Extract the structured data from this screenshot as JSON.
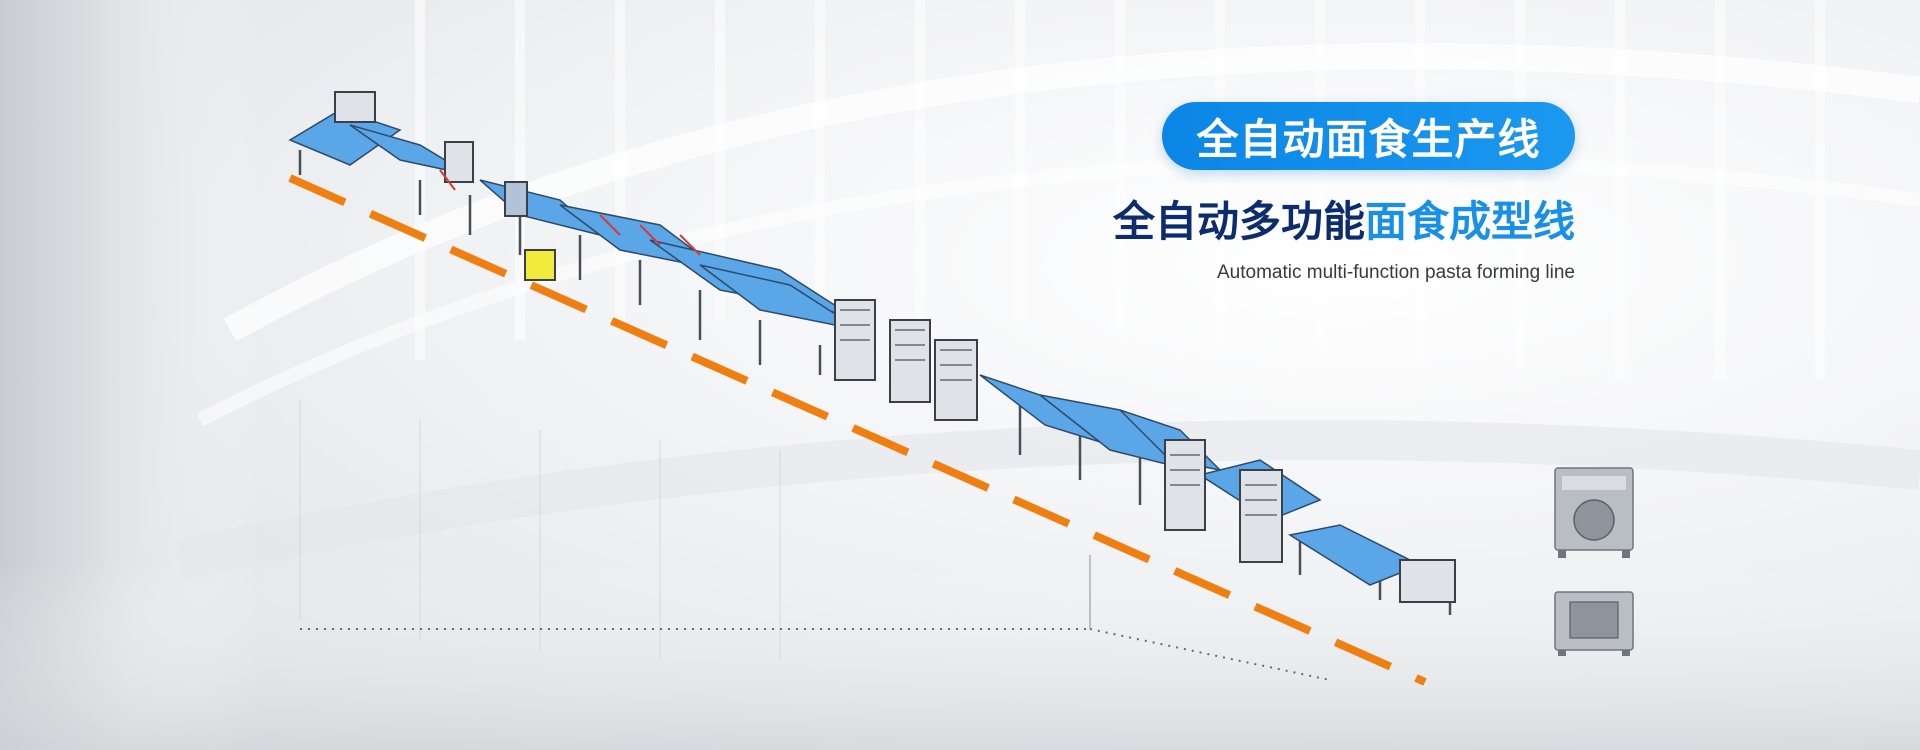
{
  "banner": {
    "badge_label": "全自动面食生产线",
    "headline_part1": "全自动多功能",
    "headline_part2": "面食成型线",
    "subtitle": "Automatic multi-function pasta forming line"
  },
  "colors": {
    "badge_bg": "#0b86e6",
    "headline_dark": "#0d2c6e",
    "headline_blue": "#1890e8",
    "conveyor_blue": "#5aa6e6",
    "baseline_orange": "#f07f12",
    "frame_gray": "#4a4f57"
  },
  "icons": {
    "production_line": "production-line-illustration",
    "mixer_top": "dough-mixer-icon",
    "mixer_bottom": "vacuum-mixer-icon"
  }
}
